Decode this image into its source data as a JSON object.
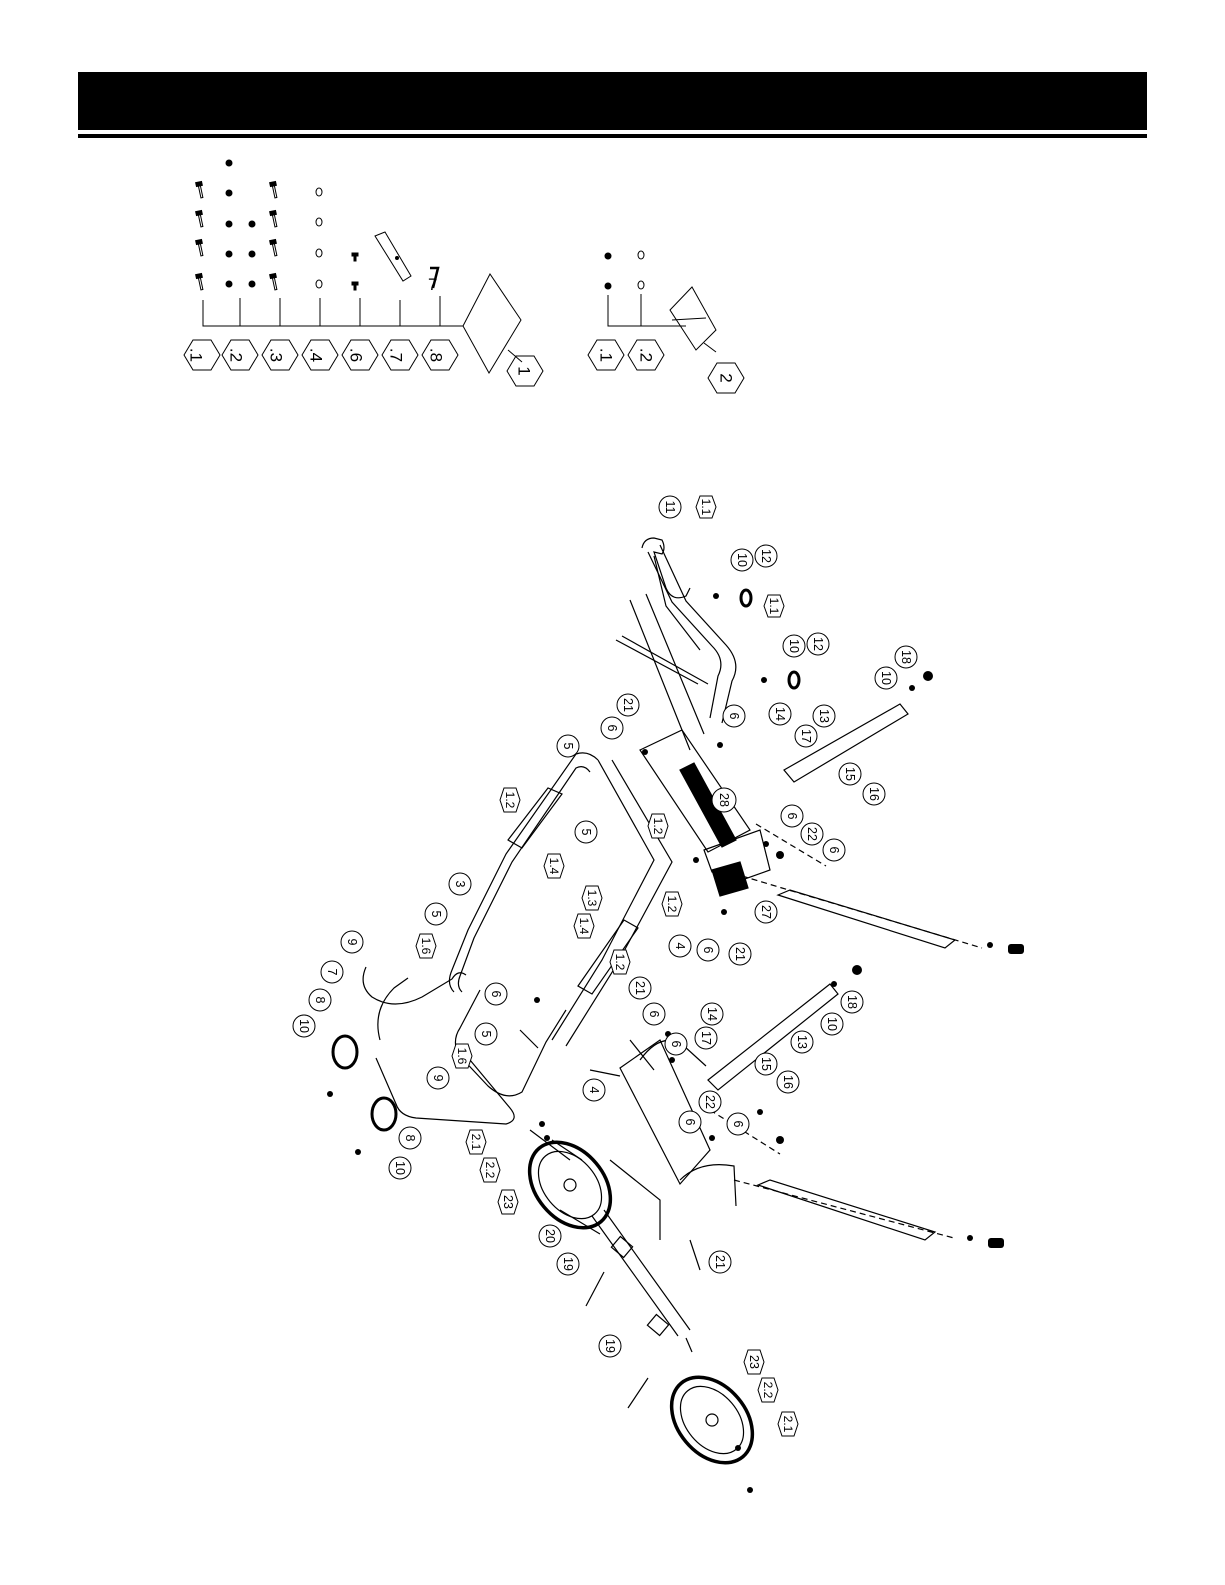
{
  "colors": {
    "ink": "#000000",
    "paper": "#ffffff"
  },
  "hardware_kits": [
    {
      "kit_label": "1",
      "item_labels": [
        ".1",
        ".2",
        ".3",
        ".4",
        ".6",
        ".7",
        ".8"
      ]
    },
    {
      "kit_label": "2",
      "item_labels": [
        ".1",
        ".2"
      ]
    }
  ],
  "hardware_kit_1": {
    "key_mark": "7"
  },
  "callouts": {
    "handle": "11",
    "handle_bolts": "1.1",
    "handle_nut": "10",
    "handle_knob": "12",
    "handle_bolts_lower": "1.1",
    "handle_nut_lower": "10",
    "handle_knob_lower": "12",
    "top_bolt": "21",
    "top_nut": "6",
    "top_nut_right": "6",
    "bolts_top": "5",
    "foam_pad": "28",
    "right_leg_tube": "13",
    "leg_nut": "10",
    "leg_foot": "18",
    "leg_bolt": "14",
    "leg_washer": "17",
    "leg_bolt_b": "15",
    "leg_pin": "16",
    "leg_spacer": "22",
    "leg_nut_b": "6",
    "leg_nut_c": "6",
    "pad_screw_a": "1.2",
    "pad_screw_b": "1.2",
    "pad_screw_c": "1.2",
    "pad_screw_d": "1.2",
    "pad_washer_a": "1.4",
    "pad_washer_b": "1.4",
    "pad_bolt": "1.3",
    "frame": "3",
    "frame_bolts_a": "5",
    "frame_bolts_b": "5",
    "cap_screw_a": "1.6",
    "cap_screw_b": "1.6",
    "mount_bracket_upper": "4",
    "bracket_nut": "6",
    "bracket_bolt": "21",
    "bracket_pad": "27",
    "frame_nut_a": "6",
    "frame_nut_b": "6",
    "frame_nut_c": "6",
    "lower_bolt": "21",
    "end_cap_bolt_a": "9",
    "end_cap_bolt_b": "9",
    "end_caps": "7",
    "end_cap_a": "8",
    "end_cap_b": "8",
    "end_nut_a": "10",
    "end_nut_b": "10",
    "mount_bracket_lower": "4",
    "lower_leg_bolt": "14",
    "lower_leg_washer": "17",
    "lower_leg_tube": "13",
    "lower_leg_nut": "10",
    "lower_leg_foot": "18",
    "lower_leg_bolt_b": "15",
    "lower_leg_pin": "16",
    "lower_leg_spacer": "22",
    "lower_leg_nut_a": "6",
    "lower_leg_nut_b": "6",
    "lower_leg_nut_c": "6",
    "lower_bracket_bolt": "21",
    "wheel_nut_a": "2.1",
    "wheel_washer_a": "2.2",
    "wheel_a": "23",
    "axle": "20",
    "axle_pin_a": "19",
    "axle_pin_b": "19",
    "wheel_b": "23",
    "wheel_washer_b": "2.2",
    "wheel_nut_b": "2.1"
  }
}
